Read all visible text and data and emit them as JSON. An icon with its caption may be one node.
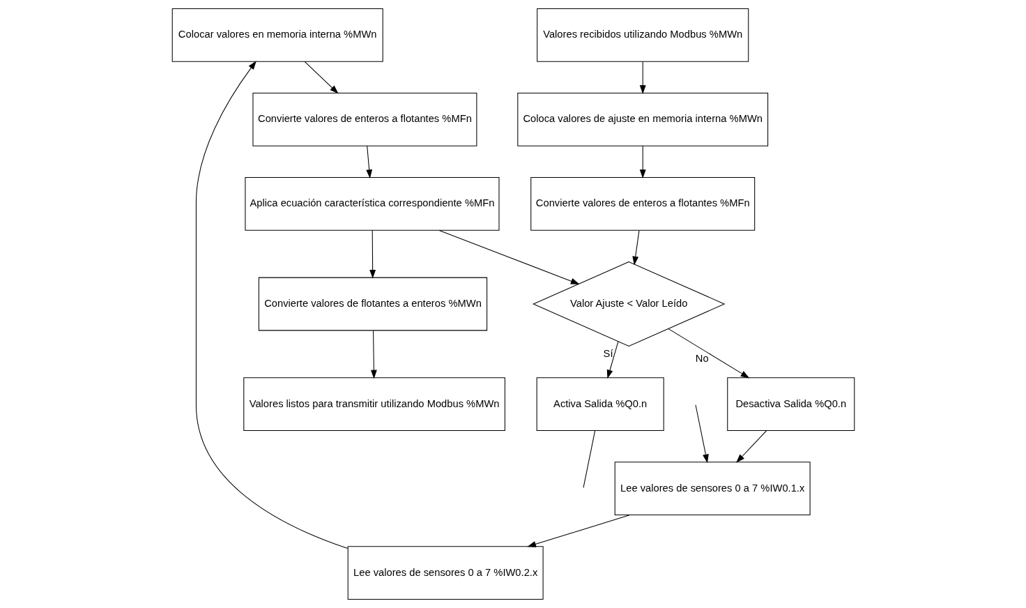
{
  "diagram": {
    "nodes": [
      {
        "text": [
          "Colocar valores en memoria interna %MWn"
        ]
      },
      {
        "text": [
          "Lee valores de sensores 0 a 7 %IW0.2.x"
        ]
      },
      {
        "text": [
          "Lee valores de sensores 0 a 7 %IW0.1.x"
        ]
      },
      {
        "text": [
          "Valores listos para transmitir utilizando Modbus %MWn"
        ]
      },
      {
        "text": [
          "Convierte valores de enteros a flotantes %MFn"
        ]
      },
      {
        "text": [
          "Desactiva Salida %Q0.n"
        ]
      },
      {
        "text": [
          "Convierte valores de flotantes a enteros %MWn"
        ]
      },
      {
        "text": [
          "Aplica ecuación característica correspondiente %MFn"
        ]
      },
      {
        "text": [
          "Valor Ajuste < Valor Leído"
        ]
      },
      {
        "text": [
          "Activa Salida %Q0.n"
        ]
      },
      {
        "text": [
          "Valores recibidos utilizando Modbus %MWn"
        ]
      },
      {
        "text": [
          "Coloca valores de ajuste en memoria interna %MWn"
        ]
      },
      {
        "text": [
          "Convierte valores de enteros a flotantes %MFn"
        ]
      }
    ],
    "edges": [
      {
        "from": 2,
        "to": 1,
        "arrow": "to"
      },
      {
        "from": 1,
        "to": 0,
        "arrow": "to"
      },
      {
        "from": 0,
        "to": 4,
        "arrow": "to"
      },
      {
        "from": 4,
        "to": 7,
        "arrow": "to"
      },
      {
        "from": 7,
        "to": 6,
        "arrow": "to"
      },
      {
        "from": 6,
        "to": 3,
        "arrow": "to"
      },
      {
        "from": 7,
        "to": 8,
        "arrow": "to"
      },
      {
        "from": 8,
        "to": 5,
        "label": "No",
        "arrow": "to"
      },
      {
        "from": 8,
        "to": 9,
        "label": "Sí",
        "arrow": "to"
      },
      {
        "from": 5,
        "to": 2,
        "arrow": "to"
      },
      {
        "from": 10,
        "to": 11,
        "arrow": "to"
      },
      {
        "from": 11,
        "to": 12,
        "arrow": "to"
      },
      {
        "from": 12,
        "to": 8,
        "arrow": "to"
      },
      {
        "from": 9,
        "to": null,
        "arrow": "none"
      },
      {
        "from": null,
        "to": 2,
        "arrow": "to"
      }
    ]
  }
}
